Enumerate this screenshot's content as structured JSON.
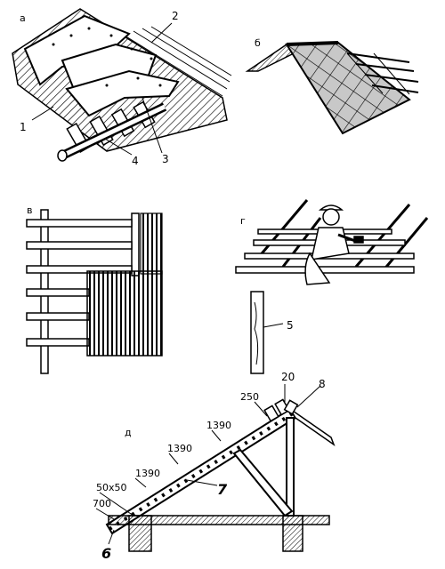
{
  "panels": {
    "a": {
      "letter": "а",
      "callouts": [
        "1",
        "2",
        "3",
        "4"
      ]
    },
    "b": {
      "letter": "б"
    },
    "v": {
      "letter": "в"
    },
    "g": {
      "letter": "г",
      "callouts": [
        "5"
      ]
    },
    "d": {
      "letter": "д",
      "dimensions": [
        "250",
        "1390",
        "1390",
        "1390",
        "50x50",
        "700"
      ],
      "callouts": [
        "20",
        "8",
        "7",
        "6"
      ]
    }
  }
}
